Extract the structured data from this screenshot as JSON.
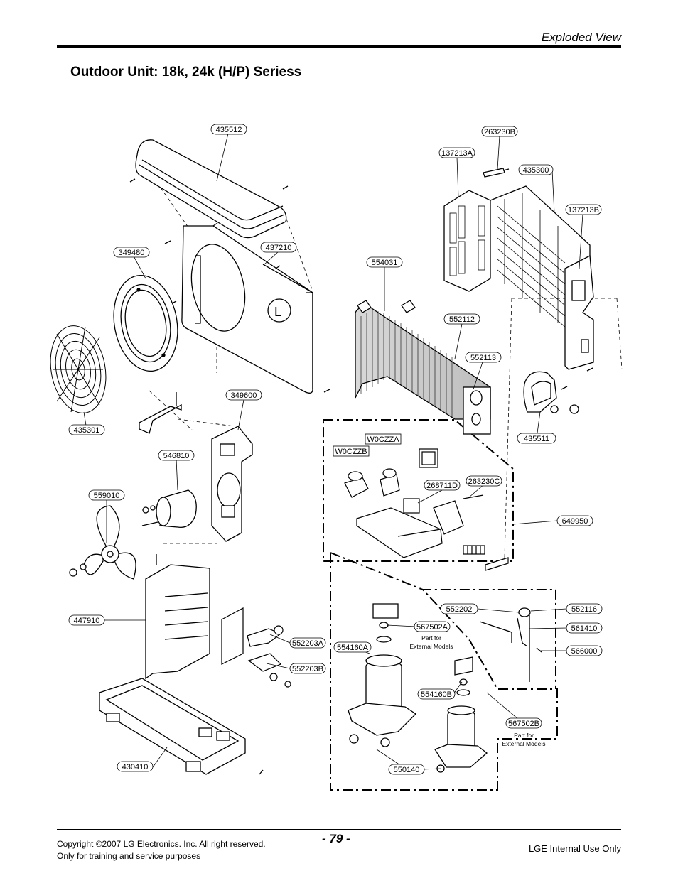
{
  "header": {
    "section": "Exploded View",
    "title": "Outdoor Unit: 18k, 24k (H/P) Seriess"
  },
  "parts": {
    "p435512": "435512",
    "p263230B": "263230B",
    "p137213A": "137213A",
    "p435300": "435300",
    "p137213B": "137213B",
    "p349480": "349480",
    "p437210": "437210",
    "p554031": "554031",
    "p552112": "552112",
    "p552113": "552113",
    "p435301": "435301",
    "p349600": "349600",
    "p435511": "435511",
    "pW0CZZA": "W0CZZA",
    "pW0CZZB": "W0CZZB",
    "p546810": "546810",
    "p268711D": "268711D",
    "p263230C": "263230C",
    "p559010": "559010",
    "p649950": "649950",
    "p552202": "552202",
    "p552116": "552116",
    "p567502A": "567502A",
    "p561410": "561410",
    "p447910": "447910",
    "p552203A": "552203A",
    "p554160A": "554160A",
    "p566000": "566000",
    "p552203B": "552203B",
    "p554160B": "554160B",
    "p567502B": "567502B",
    "p430410": "430410",
    "p550140": "550140"
  },
  "notes": {
    "external_a_line1": "Part for",
    "external_a_line2": "External Models",
    "external_b_line1": "Part for",
    "external_b_line2": "External Models"
  },
  "footer": {
    "page_number": "- 79 -",
    "copyright_line1": "Copyright ©2007 LG Electronics. Inc. All right reserved.",
    "copyright_line2": "Only for training and service purposes",
    "internal": "LGE Internal Use Only"
  }
}
